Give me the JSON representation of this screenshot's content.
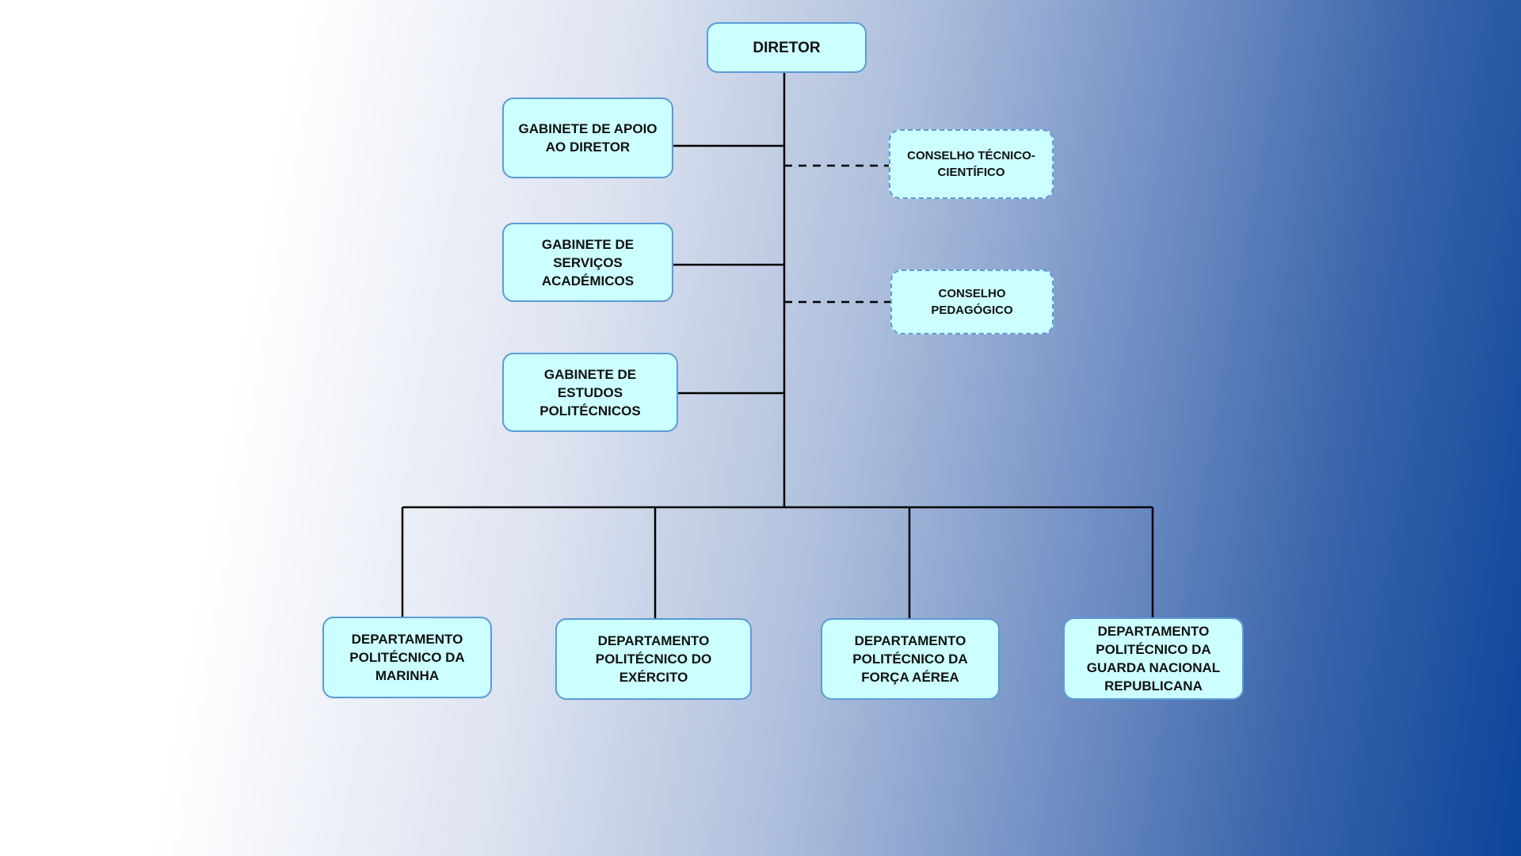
{
  "org_chart": {
    "director": "DIRETOR",
    "cabinets": [
      {
        "label": "GABINETE DE APOIO\nAO DIRETOR"
      },
      {
        "label": "GABINETE DE\nSERVIÇOS\nACADÉMICOS"
      },
      {
        "label": "GABINETE DE\nESTUDOS\nPOLITÉCNICOS"
      }
    ],
    "councils": [
      {
        "label": "CONSELHO TÉCNICO-\nCIENTÍFICO"
      },
      {
        "label": "CONSELHO\nPEDAGÓGICO"
      }
    ],
    "departments": [
      {
        "label": "DEPARTAMENTO\nPOLITÉCNICO DA\nMARINHA"
      },
      {
        "label": "DEPARTAMENTO\nPOLITÉCNICO DO\nEXÉRCITO"
      },
      {
        "label": "DEPARTAMENTO\nPOLITÉCNICO DA\nFORÇA AÉREA"
      },
      {
        "label": "DEPARTAMENTO\nPOLITÉCNICO DA\nGUARDA NACIONAL\nREPUBLICANA"
      }
    ]
  },
  "colors": {
    "box_fill": "#ccffff",
    "box_border": "#5b9bd5",
    "connector": "#000000",
    "gradient_end": "#0b4499"
  }
}
